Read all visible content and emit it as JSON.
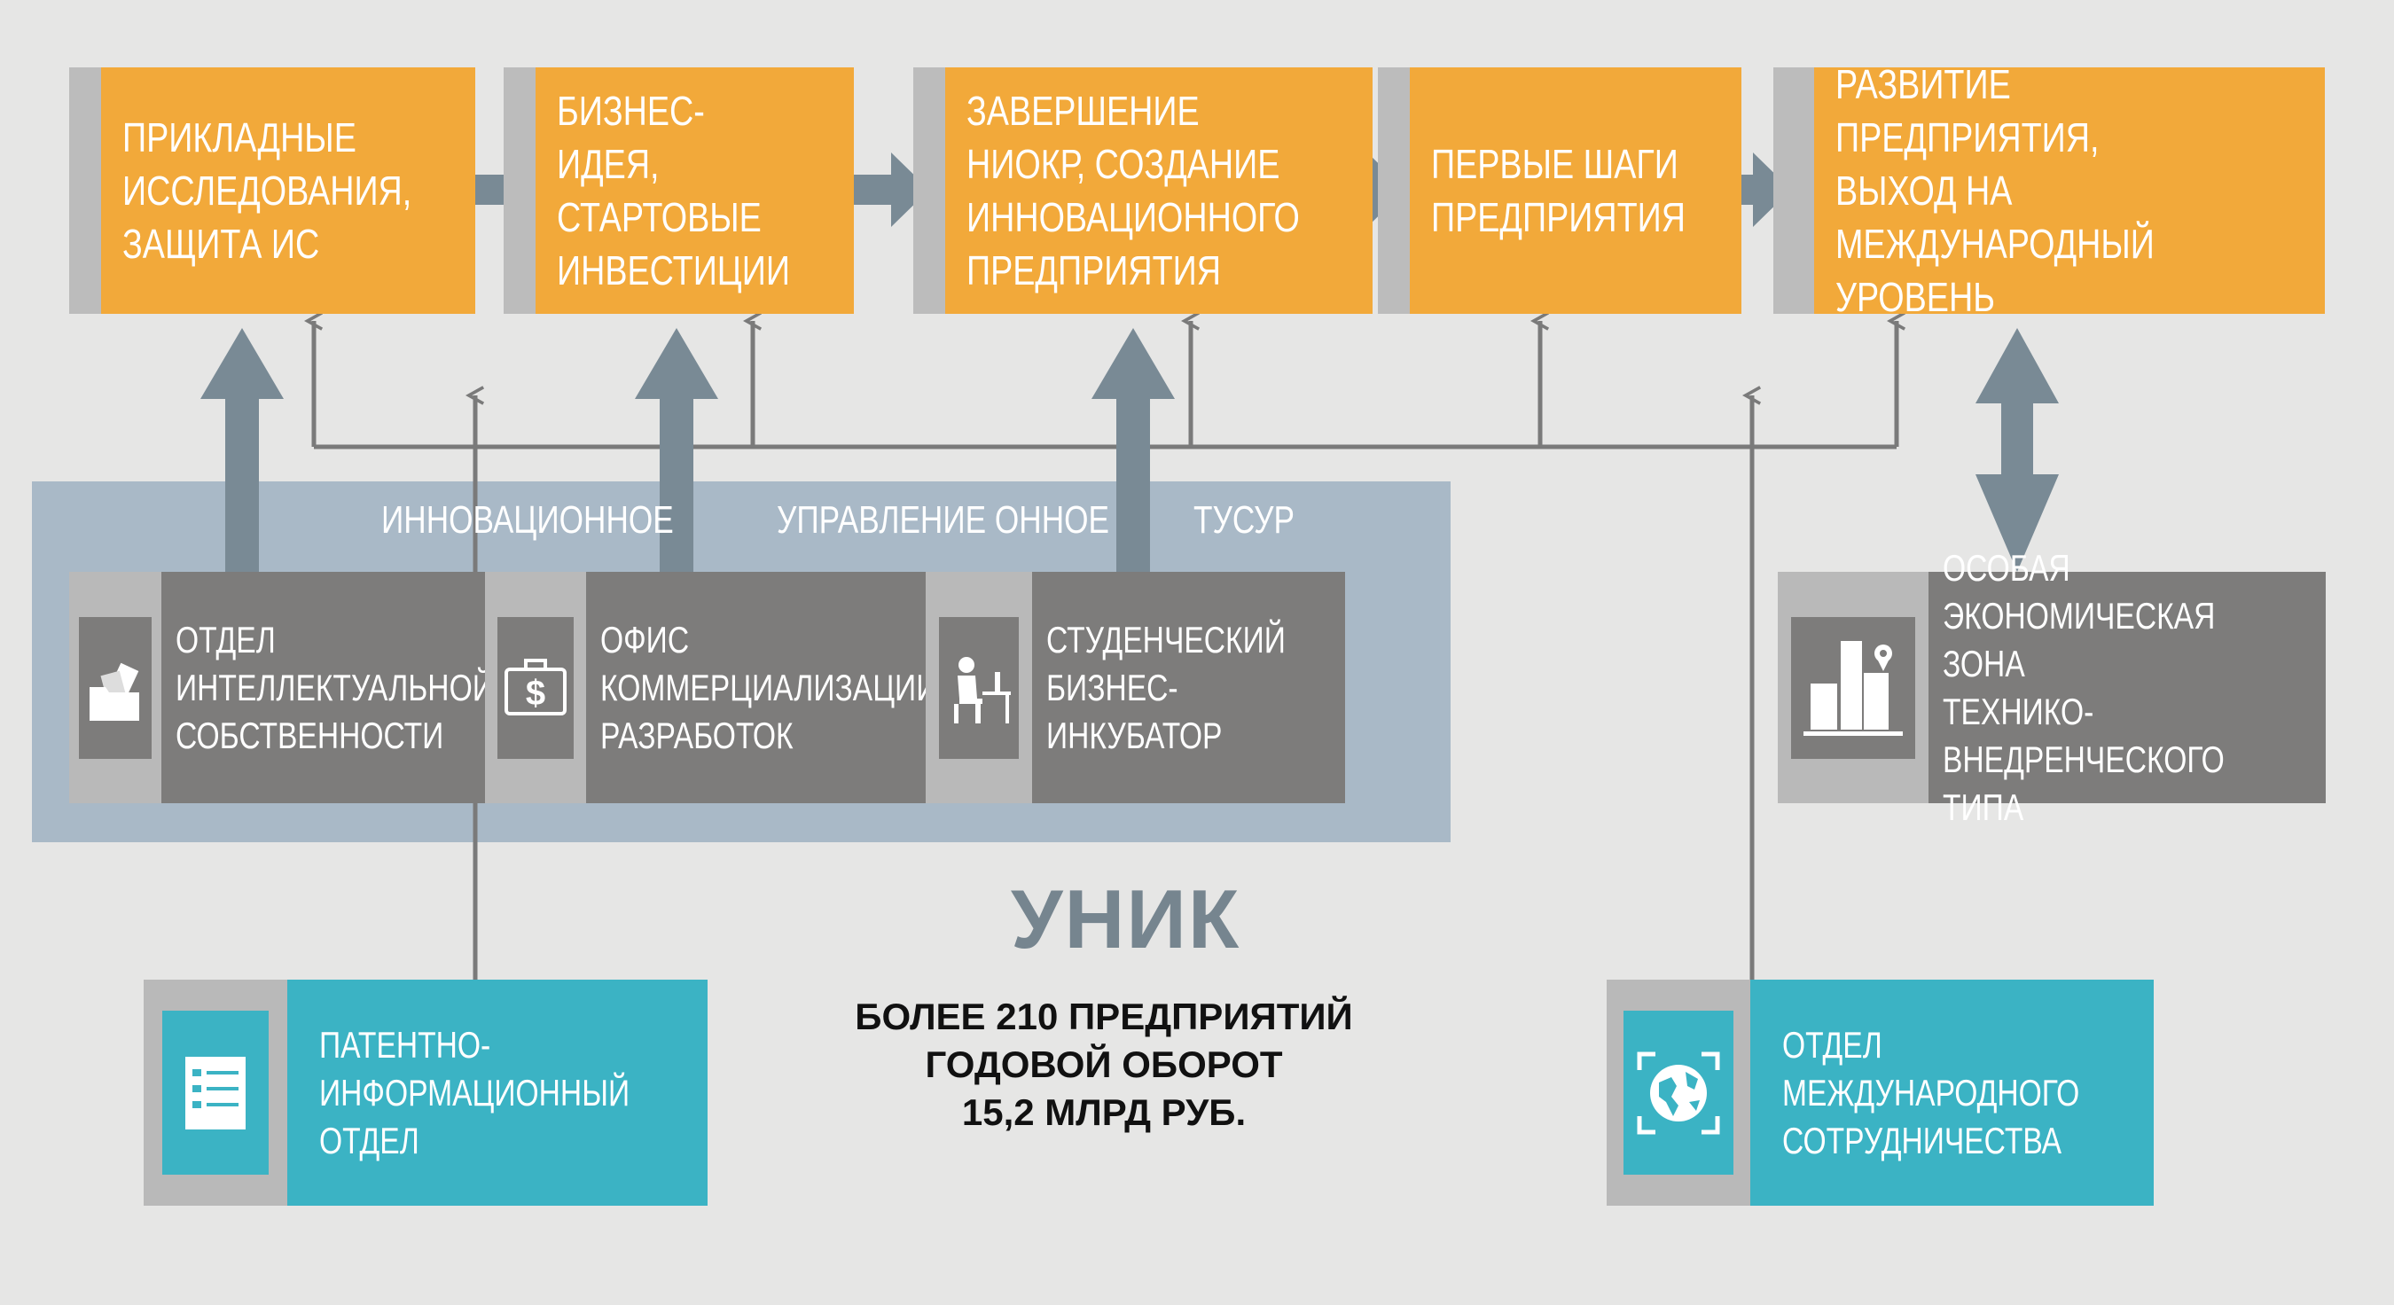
{
  "stages": [
    {
      "label": "ПРИКЛАДНЫЕ\nИССЛЕДОВАНИЯ,\nЗАЩИТА ИС"
    },
    {
      "label": "БИЗНЕС-ИДЕЯ,\nСТАРТОВЫЕ\nИНВЕСТИЦИИ"
    },
    {
      "label": "ЗАВЕРШЕНИЕ\nНИОКР, СОЗДАНИЕ\nИННОВАЦИОННОГО\nПРЕДПРИЯТИЯ"
    },
    {
      "label": "ПЕРВЫЕ ШАГИ\nПРЕДПРИЯТИЯ"
    },
    {
      "label": "РАЗВИТИЕ ПРЕДПРИЯТИЯ,\nВЫХОД НА МЕЖДУНАРОДНЫЙ\nУРОВЕНЬ"
    }
  ],
  "management": {
    "heading_part1": "ИННОВАЦИОННОЕ",
    "heading_part2": "УПРАВЛЕНИЕ ОННОЕ",
    "heading_part3": "ТУСУР"
  },
  "units": {
    "ip": {
      "label": "ОТДЕЛ\nИНТЕЛЛЕКТУАЛЬНОЙ\nСОБСТВЕННОСТИ",
      "icon": "folder-documents-icon"
    },
    "commercial": {
      "label": "ОФИС\nКОММЕРЦИАЛИЗАЦИИ\nРАЗРАБОТОК",
      "icon": "money-case-icon"
    },
    "incubator": {
      "label": "СТУДЕНЧЕСКИЙ\nБИЗНЕС-\nИНКУБАТОР",
      "icon": "person-at-computer-icon"
    },
    "sez": {
      "label": "ОСОБАЯ\nЭКОНОМИЧЕСКАЯ ЗОНА\nТЕХНИКО-\nВНЕДРЕНЧЕСКОГО ТИПА",
      "icon": "city-buildings-icon"
    },
    "patent": {
      "label": "ПАТЕНТНО-\nИНФОРМАЦИОННЫЙ\nОТДЕЛ",
      "icon": "document-list-icon"
    },
    "international": {
      "label": "ОТДЕЛ\nМЕЖДУНАРОДНОГО\nСОТРУДНИЧЕСТВА",
      "icon": "globe-icon"
    }
  },
  "center": {
    "title": "УНИК",
    "line1": "БОЛЕЕ 210 ПРЕДПРИЯТИЙ",
    "line2": "ГОДОВОЙ ОБОРОТ",
    "line3": "15,2 МЛРД РУБ."
  },
  "colors": {
    "background": "#e6e6e5",
    "stage_orange": "#f2a93a",
    "unit_grey": "#7d7c7b",
    "unit_teal": "#3bb3c4",
    "management_panel": "#a9b9c7",
    "arrow_slate": "#798a95",
    "side_grey": "#bcbcbc"
  }
}
